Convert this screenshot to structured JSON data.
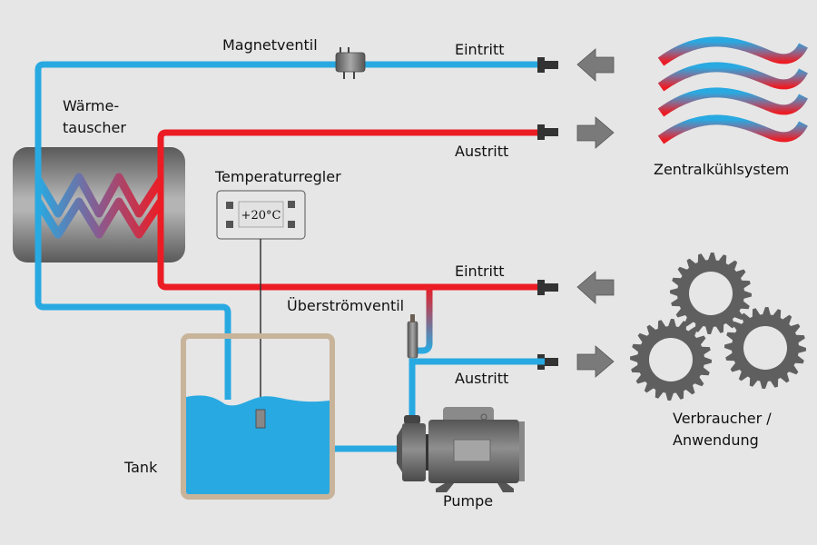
{
  "title": "Kühlkreislauf mit Wärmetauscher",
  "colors": {
    "background": "#e6e6e6",
    "cold_pipe": "#29a9e1",
    "hot_pipe": "#ec1c24",
    "tank_frame": "#c8b49a",
    "water": "#29a9e1",
    "gray_component": "#6b6b6b",
    "arrow": "#7a7a7a",
    "connector": "#333333"
  },
  "labels": {
    "solenoid_valve": "Magnetventil",
    "heat_exchanger_line1": "Wärme-",
    "heat_exchanger_line2": "tauscher",
    "temperature_controller": "Temperaturregler",
    "temperature_display": "+20°C",
    "overflow_valve": "Überströmventil",
    "tank": "Tank",
    "pump": "Pumpe",
    "central_cooling_system": "Zentralkühlsystem",
    "consumer_line1": "Verbraucher /",
    "consumer_line2": "Anwendung"
  },
  "connections": {
    "central_inlet": {
      "label": "Eintritt",
      "direction": "in"
    },
    "central_outlet": {
      "label": "Austritt",
      "direction": "out"
    },
    "consumer_inlet": {
      "label": "Eintritt",
      "direction": "in"
    },
    "consumer_outlet": {
      "label": "Austritt",
      "direction": "out"
    }
  }
}
